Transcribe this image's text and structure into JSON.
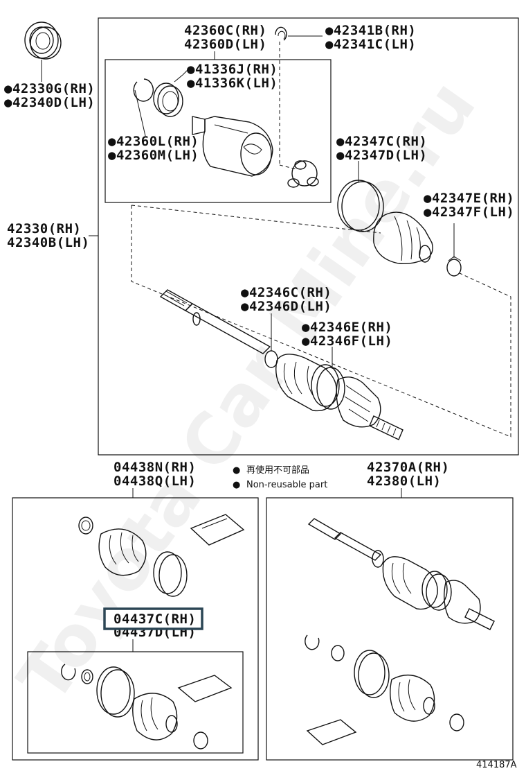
{
  "watermark": "Toyota Car Mine.ru",
  "legend": {
    "marker": "●",
    "line1": "再使用不可部品",
    "line2": "Non-reusable part"
  },
  "diagram_id": "414187A",
  "callouts": {
    "c42330g": "●42330G(RH)",
    "c42340d": "●42340D(LH)",
    "c42360c": "42360C(RH)",
    "c42360d": "42360D(LH)",
    "c42341b": "●42341B(RH)",
    "c42341c": "●42341C(LH)",
    "c41336j": "●41336J(RH)",
    "c41336k": "●41336K(LH)",
    "c42360l": "●42360L(RH)",
    "c42360m": "●42360M(LH)",
    "c42347c": "●42347C(RH)",
    "c42347d": "●42347D(LH)",
    "c42347e": "●42347E(RH)",
    "c42347f": "●42347F(LH)",
    "c42330": "42330(RH)",
    "c42340b": "42340B(LH)",
    "c42346c": "●42346C(RH)",
    "c42346d": "●42346D(LH)",
    "c42346e": "●42346E(RH)",
    "c42346f": "●42346F(LH)",
    "c04438n": "04438N(RH)",
    "c04438q": "04438Q(LH)",
    "c42370a": "42370A(RH)",
    "c42380": "42380(LH)",
    "c04437c": "04437C(RH)",
    "c04437d": "04437D(LH)"
  }
}
